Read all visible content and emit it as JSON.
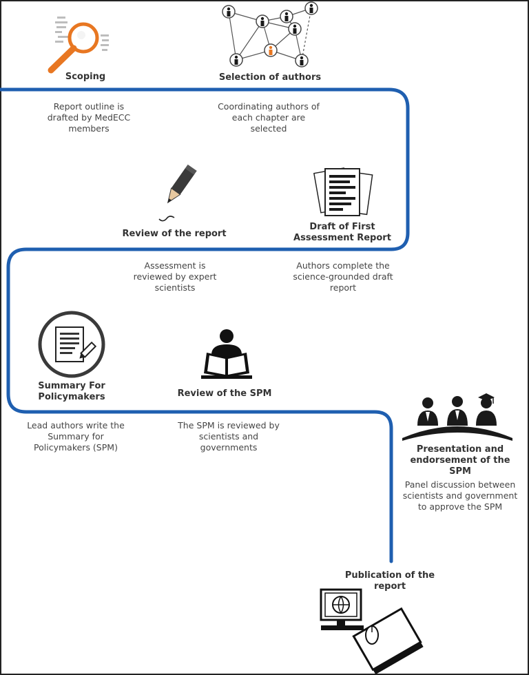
{
  "colors": {
    "path": "#1f5fb0",
    "accent": "#e87722",
    "ink": "#1a1a1a",
    "text": "#333333"
  },
  "steps": [
    {
      "id": "scoping",
      "title": "Scoping",
      "description": "Report outline is drafted by MedECC members",
      "icon": "magnifier-icon"
    },
    {
      "id": "selection",
      "title": "Selection of authors",
      "description": "Coordinating authors of each chapter are selected",
      "icon": "network-icon"
    },
    {
      "id": "draft",
      "title": "Draft of First Assessment Report",
      "description": "Authors complete the science-grounded draft report",
      "icon": "documents-icon"
    },
    {
      "id": "review-report",
      "title": "Review of the report",
      "description": "Assessment is reviewed by expert scientists",
      "icon": "pencil-icon"
    },
    {
      "id": "summary",
      "title": "Summary For Policymakers",
      "description": "Lead authors write the Summary for Policymakers (SPM)",
      "icon": "document-pen-icon"
    },
    {
      "id": "review-spm",
      "title": "Review of the SPM",
      "description": "The SPM is reviewed by scientists and governments",
      "icon": "reader-icon"
    },
    {
      "id": "presentation",
      "title": "Presentation and endorsement of the SPM",
      "description": "Panel discussion between scientists and government to approve the SPM",
      "icon": "panel-icon"
    },
    {
      "id": "publication",
      "title": "Publication of the report",
      "description": "",
      "icon": "computer-book-icon"
    }
  ]
}
